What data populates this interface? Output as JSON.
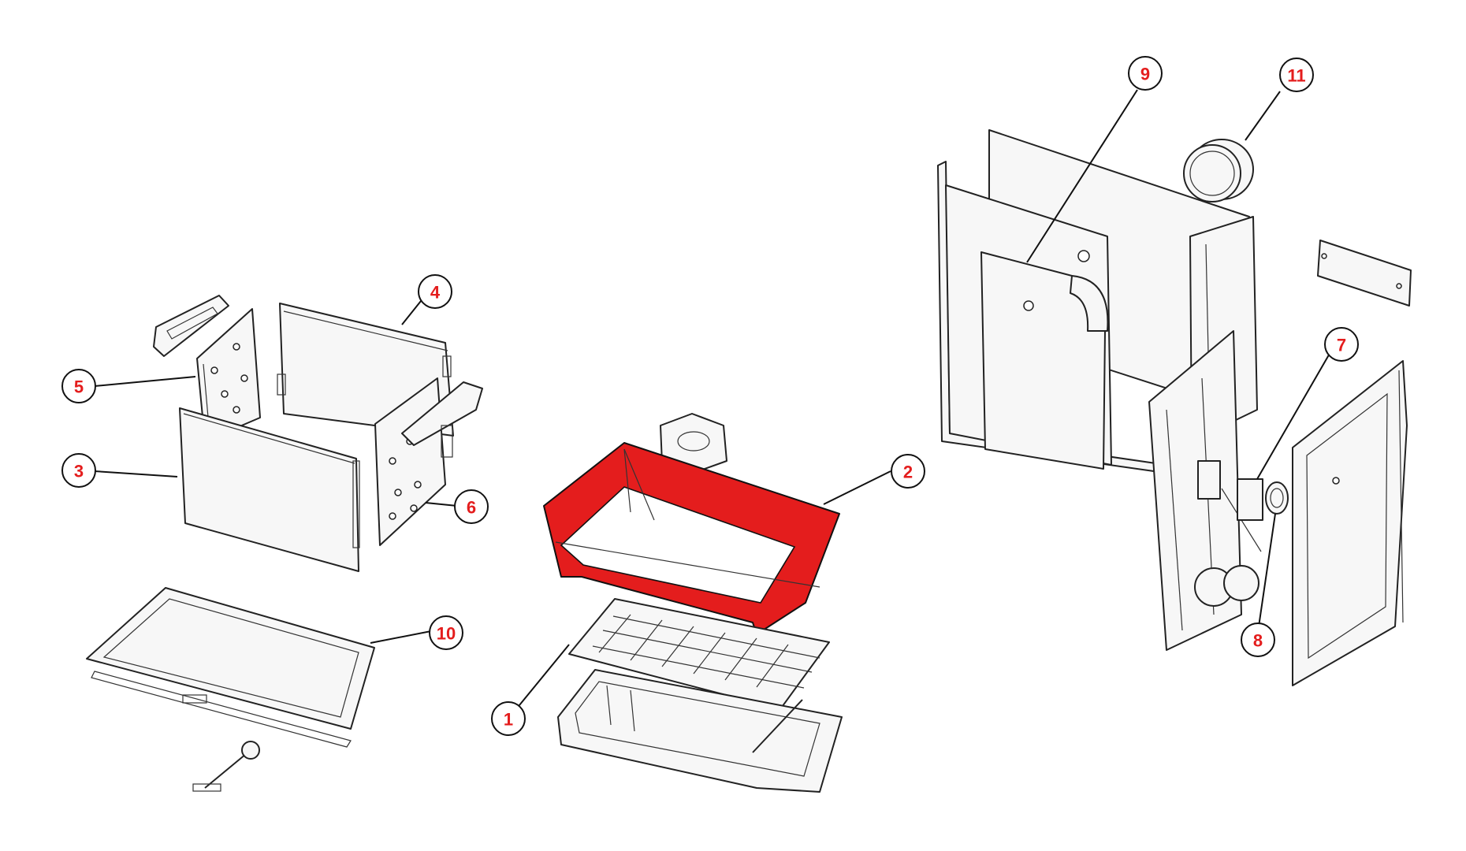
{
  "accent_color": "#e41d1d",
  "label_color": "#e41d1d",
  "callouts": [
    "1",
    "2",
    "3",
    "4",
    "5",
    "6",
    "7",
    "8",
    "9",
    "10",
    "11"
  ],
  "highlighted_callout": "2"
}
